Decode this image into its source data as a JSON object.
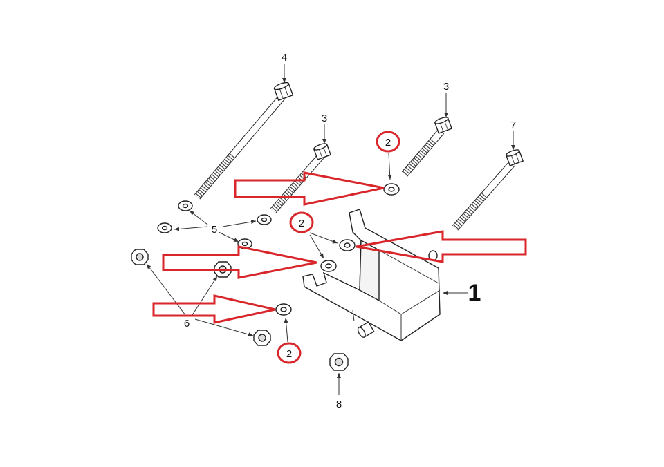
{
  "colors": {
    "annotation_red": "#d8262b",
    "line": "#222222",
    "background": "#ffffff"
  },
  "labels": {
    "bolt_long": "4",
    "bolt_short_a": "3",
    "bolt_short_b": "3",
    "bolt_medium": "7",
    "washers_small": "5",
    "nuts_group": "6",
    "nut_single": "8",
    "bracket": "1",
    "washer_top": "2",
    "washer_middle": "2",
    "washer_bottom": "2"
  }
}
